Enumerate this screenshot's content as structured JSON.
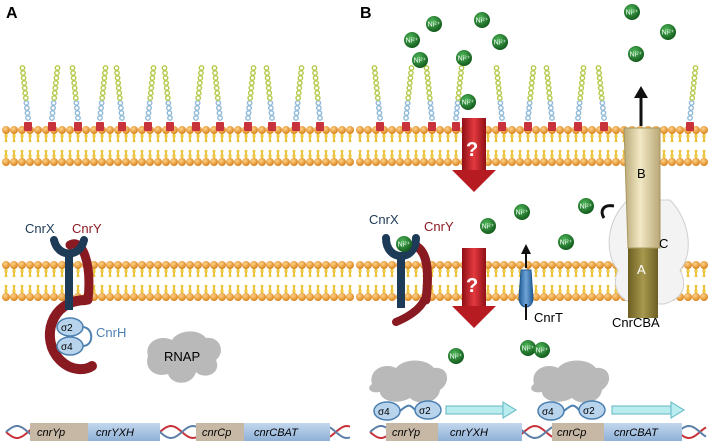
{
  "panels": [
    {
      "letter": "A"
    },
    {
      "letter": "B"
    }
  ],
  "panel_a": {
    "cnrx": "CnrX",
    "cnry": "CnrY",
    "cnrh": "CnrH",
    "sigma2": "σ2",
    "sigma4": "σ4",
    "rnap": "RNAP",
    "dna_promoter_1": "cnrYp",
    "dna_gene_1": "cnrYXH",
    "dna_promoter_2": "cnrCp",
    "dna_gene_2": "cnrCBAT"
  },
  "panel_b": {
    "ion": "Ni²⁺",
    "question": "?",
    "cnrx": "CnrX",
    "cnry": "CnrY",
    "cnrt": "CnrT",
    "cnrcba": "CnrCBA",
    "cnrb": "B",
    "cnrc": "C",
    "cnra": "A",
    "sigma4": "σ4",
    "sigma2": "σ2",
    "dna_promoter_1": "cnrYp",
    "dna_gene_1": "cnrYXH",
    "dna_promoter_2": "cnrCp",
    "dna_gene_2": "cnrCBAT"
  },
  "colors": {
    "membrane_head": "#e8951e",
    "membrane_tail": "#f2d54a",
    "lps_chain": "#b5c94a",
    "lps_base": "#8fb9d8",
    "lps_anchor": "#c8323a",
    "cnrx": "#1d3a57",
    "cnry": "#8a1a22",
    "cnrh": "#4c80b0",
    "sigma_fill": "#b8d3ec",
    "rnap": "#b9b9b9",
    "ion": "#1f7a2a",
    "arrow_red": "#c21e26",
    "cnrt": "#3d79b8",
    "cnrcba_light": "#e8dfb8",
    "cnrcba_dark": "#8a7a3a",
    "dna_box": "#a9c4e2",
    "dna_promoter_box": "#c7b8a6",
    "transcript_arrow": "#b9ecef"
  }
}
